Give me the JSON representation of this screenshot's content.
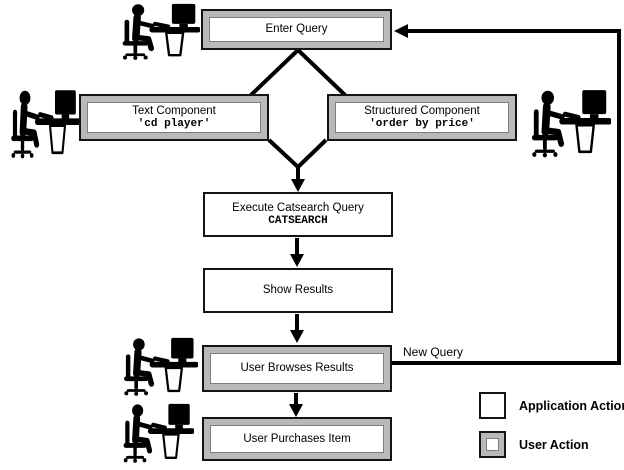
{
  "diagram": {
    "nodes": {
      "enter_query": {
        "label": "Enter Query",
        "type": "user"
      },
      "text_component": {
        "label": "Text Component",
        "code": "'cd player'",
        "type": "user"
      },
      "structured_component": {
        "label": "Structured Component",
        "code": "'order by price'",
        "type": "user"
      },
      "execute_catsearch": {
        "label": "Execute Catsearch Query",
        "code": "CATSEARCH",
        "type": "app"
      },
      "show_results": {
        "label": "Show Results",
        "type": "app"
      },
      "user_browses": {
        "label": "User Browses Results",
        "type": "user"
      },
      "user_purchases": {
        "label": "User Purchases Item",
        "type": "user"
      }
    },
    "edges": {
      "new_query_label": "New Query"
    },
    "legend": {
      "application": "Application Action",
      "user": "User Action"
    },
    "icons": {
      "person": "person-at-computer-icon"
    },
    "colors": {
      "user_action_gray": "#b9b9b9",
      "line_black": "#000000",
      "background": "#ffffff"
    }
  }
}
